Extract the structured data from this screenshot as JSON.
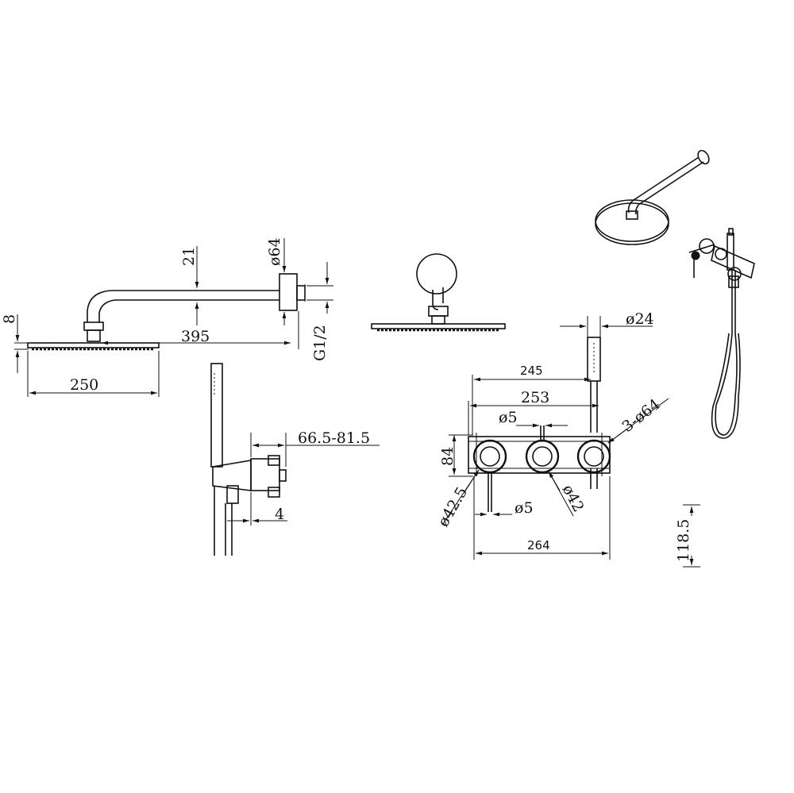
{
  "side_view": {
    "dim_8": "8",
    "dim_21": "21",
    "dim_64": "ø64",
    "dim_395": "395",
    "dim_g12": "G1/2",
    "dim_250": "250"
  },
  "hand_view": {
    "dim_range": "66.5-81.5",
    "dim_4": "4"
  },
  "front_view": {
    "dim_24": "ø24",
    "dim_245": "245",
    "dim_253": "253",
    "dim_5_top": "ø5",
    "dim_3_64": "3-ø64",
    "dim_84": "84",
    "dim_42_5": "ø42.5",
    "dim_42": "ø42",
    "dim_5_bottom": "ø5",
    "dim_264": "264",
    "dim_118_5": "118.5"
  },
  "icons": {
    "rain-head-icon": "shower-head-3d",
    "valve-icon": "valve-3d"
  }
}
